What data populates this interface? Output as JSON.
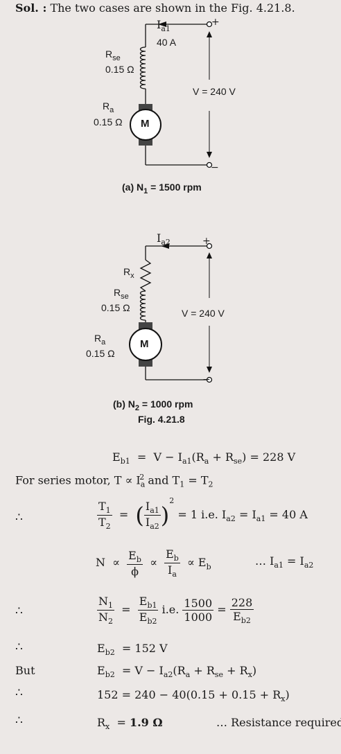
{
  "header": {
    "sol_label": "Sol. :",
    "sol_text": "The two cases are shown in the Fig. 4.21.8."
  },
  "fig_a": {
    "ia1": "I",
    "ia1_sub": "a1",
    "current": "40 A",
    "rse": "R",
    "rse_sub": "se",
    "rse_val": "0.15 Ω",
    "ra": "R",
    "ra_sub": "a",
    "ra_val": "0.15 Ω",
    "motor": "M",
    "voltage": "V = 240 V",
    "plus": "+",
    "minus": "−",
    "caption_pre": "(a) N",
    "caption_sub": "1",
    "caption_post": " = 1500 rpm"
  },
  "fig_b": {
    "ia2": "I",
    "ia2_sub": "a2",
    "rx": "R",
    "rx_sub": "x",
    "rse": "R",
    "rse_sub": "se",
    "rse_val": "0.15 Ω",
    "ra": "R",
    "ra_sub": "a",
    "ra_val": "0.15 Ω",
    "motor": "M",
    "voltage": "V = 240 V",
    "plus": "+",
    "minus": "−",
    "caption_pre": "(b) N",
    "caption_sub": "2",
    "caption_post": " = 1000 rpm",
    "fig_label": "Fig. 4.21.8"
  },
  "equations": {
    "eq1": {
      "lhs": "E",
      "lhs_sub": "b1",
      "rhs": "V − I",
      "rhs_sub": "a1",
      "rhs2": "(R",
      "rhs2_sub": "a",
      "rhs3": " + R",
      "rhs3_sub": "se",
      "rhs4": ") = 228 V"
    },
    "series_text": "For series motor, T ∝ I",
    "series_sub": "a",
    "series_sup": "2",
    "series_text2": " and T",
    "series_sub2": "1",
    "series_text3": " = T",
    "series_sub3": "2",
    "therefore": "∴",
    "eq2_tail": " = 1 i.e. I",
    "eq2_tail_sub": "a2",
    "eq2_tail2": " = I",
    "eq2_tail2_sub": "a1",
    "eq2_tail3": " = 40 A",
    "eq3_tail": "… I",
    "eq3_tail_sub": "a1",
    "eq3_tail2": " = I",
    "eq3_tail2_sub": "a2",
    "eq4_mid": " i.e. ",
    "n1": "1500",
    "n2": "1000",
    "eb1_val": "228",
    "eb2_line": "= 152 V",
    "but": "But",
    "eb2_rhs": "= V − I",
    "eb2_rhs_sub": "a2",
    "eb2_rhs2": "(R",
    "eb2_rhs2_sub": "a",
    "eb2_rhs3": " + R",
    "eb2_rhs3_sub": "se",
    "eb2_rhs4": " + R",
    "eb2_rhs4_sub": "x",
    "eb2_rhs5": ")",
    "eq_152": "152 = 240 − 40(0.15 + 0.15 + R",
    "eq_152_sub": "x",
    "eq_152_end": ")",
    "rx_eq": "= ",
    "rx_val": "1.9 Ω",
    "rx_note": "… Resistance required"
  }
}
